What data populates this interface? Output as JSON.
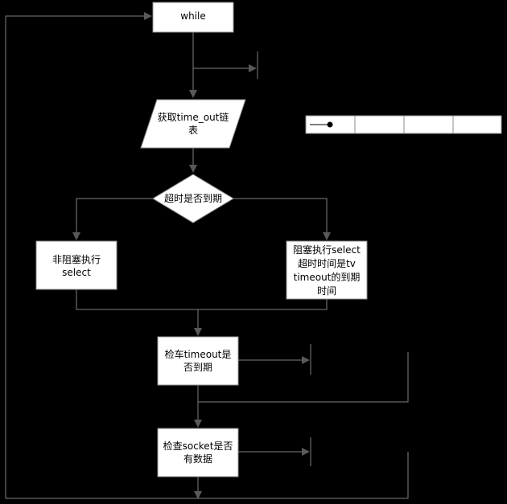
{
  "nodes": {
    "while": {
      "text": "while"
    },
    "get_list": {
      "lines": [
        "获取time_out链",
        "表"
      ]
    },
    "timeout_check": {
      "text": "超时是否到期"
    },
    "nonblock": {
      "lines": [
        "非阻塞执行",
        "select"
      ]
    },
    "block": {
      "lines": [
        "阻塞执行select",
        "超时时间是tv",
        "timeout的到期",
        "时间"
      ]
    },
    "check_timeout": {
      "lines": [
        "检车timeout是",
        "否到期"
      ]
    },
    "check_socket": {
      "lines": [
        "检查socket是否",
        "有数据"
      ]
    }
  },
  "colors": {
    "background": "#000000",
    "node_fill": "#ffffff",
    "node_border": "#8c8c8c",
    "edge": "#7f7f7f",
    "arrow": "#595959"
  }
}
